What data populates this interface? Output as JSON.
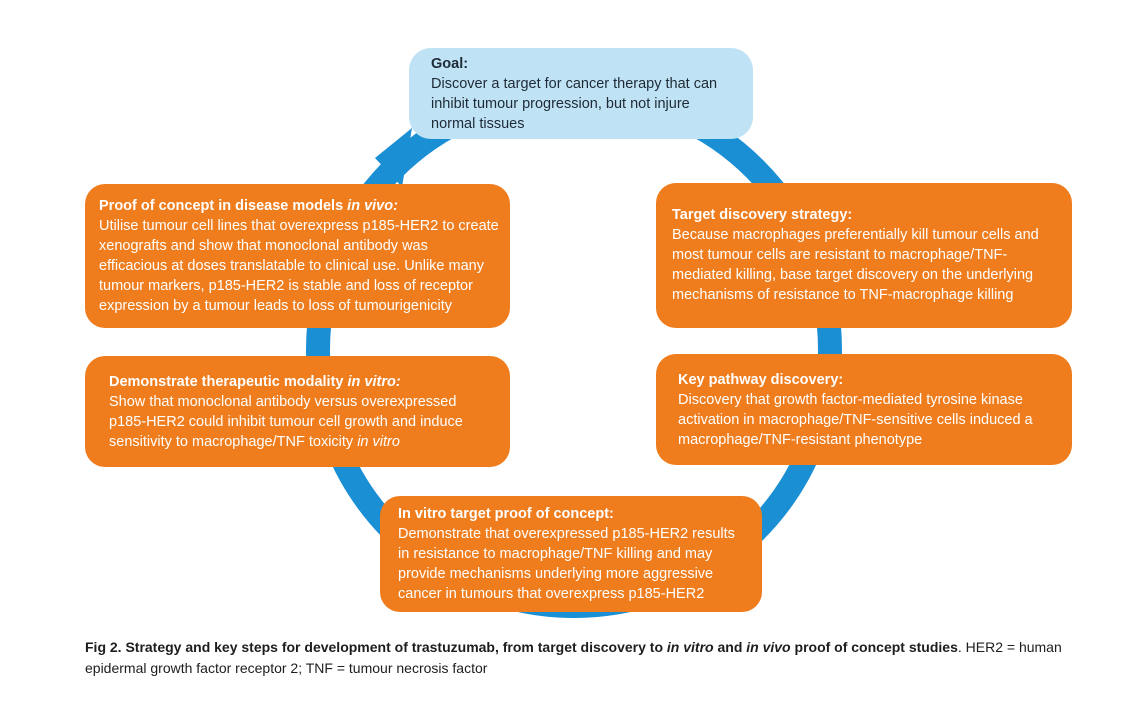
{
  "colors": {
    "cycle": "#1a8fd4",
    "step_box": "#ef7d1e",
    "goal_box": "#bfe3f4"
  },
  "goal": {
    "heading": "Goal:",
    "body": "Discover a target for cancer therapy that can inhibit tumour progression, but not injure normal tissues"
  },
  "steps": {
    "target_discovery": {
      "heading": "Target discovery strategy:",
      "body": "Because macrophages preferentially kill tumour cells and most tumour cells are resistant to macrophage/TNF-mediated killing, base target discovery on the underlying mechanisms of resistance to TNF-macrophage killing"
    },
    "key_pathway": {
      "heading": "Key pathway discovery:",
      "body": "Discovery that growth factor-mediated tyrosine kinase activation in macrophage/TNF-sensitive cells induced a macrophage/TNF-resistant phenotype"
    },
    "in_vitro_target": {
      "heading": "In vitro target proof of concept:",
      "body": "Demonstrate that overexpressed p185-HER2 results in resistance to macrophage/TNF killing and may provide mechanisms underlying more aggressive cancer in tumours that overexpress p185-HER2"
    },
    "therapeutic_modality": {
      "heading_main": "Demonstrate therapeutic modality ",
      "heading_italic": "in vitro:",
      "body_main": "Show that monoclonal antibody versus overexpressed p185-HER2 could inhibit tumour cell growth and induce sensitivity to macrophage/TNF toxicity ",
      "body_italic": "in vitro"
    },
    "proof_in_vivo": {
      "heading_main": "Proof of concept in disease models ",
      "heading_italic": "in vivo:",
      "body": "Utilise tumour cell lines that overexpress p185-HER2 to create xenografts and show that monoclonal antibody was efficacious at doses translatable to clinical use. Unlike many tumour markers, p185-HER2 is stable and loss of receptor expression by a tumour leads to loss of tumourigenicity"
    }
  },
  "caption": {
    "bold_1": "Fig 2. Strategy and key steps for development of trastuzumab, from target discovery to ",
    "italic_1": "in vitro",
    "bold_2": " and ",
    "italic_2": "in vivo",
    "bold_3": " proof of concept studies",
    "regular": ". HER2 = human epidermal growth factor receptor 2; TNF = tumour necrosis factor"
  }
}
